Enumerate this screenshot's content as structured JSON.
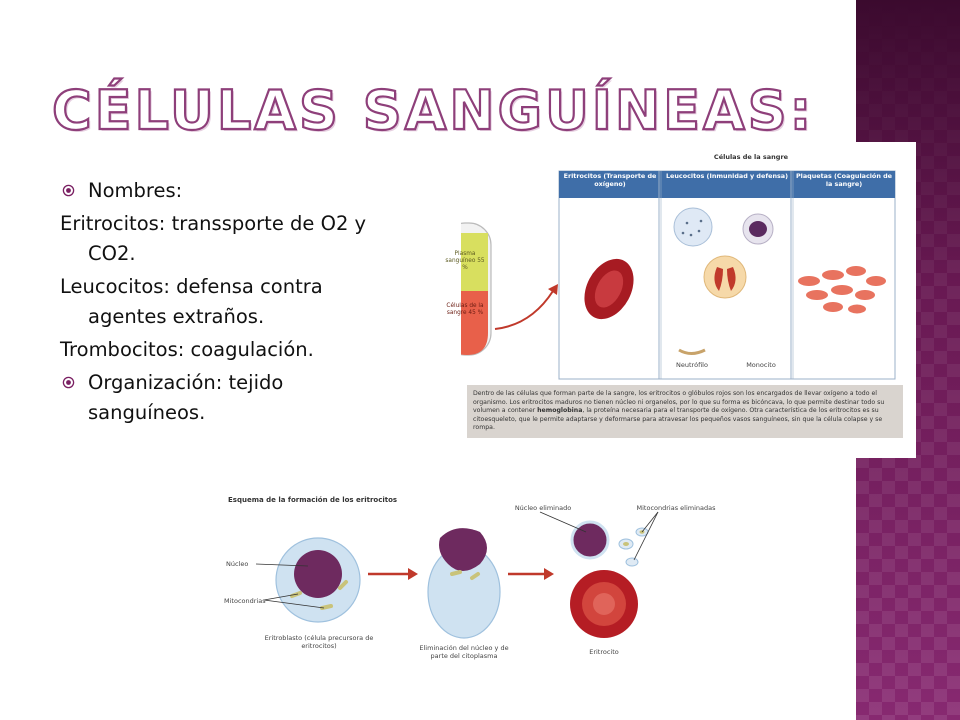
{
  "title": "CÉLULAS SANGUÍNEAS:",
  "content": {
    "bullet1": "Nombres:",
    "line1": "Eritrocitos: transsporte de O2 y CO2.",
    "line2": "Leucocitos: defensa contra agentes extraños.",
    "line3": "Trombocitos: coagulación.",
    "bullet2": "Organización: tejido sanguíneos."
  },
  "blood_figure": {
    "title": "Células de la sangre",
    "tube_plasma": "Plasma sanguíneo 55 %",
    "tube_cells": "Células de la sangre 45 %",
    "col1": "Eritrocitos (Transporte de oxígeno)",
    "col2": "Leucocitos (Inmunidad y defensa)",
    "col3": "Plaquetas (Coagulación de la sangre)",
    "neutrofilo": "Neutrófilo",
    "monocito": "Monocito",
    "caption_a": "Dentro de las células que forman parte de la sangre, los eritrocitos o glóbulos rojos son los encargados de llevar oxígeno a todo el organismo. Los eritrocitos maduros no tienen núcleo ni organelos, por lo que su forma es bicóncava, lo que permite destinar todo su volumen a contener ",
    "caption_bold": "hemoglobina",
    "caption_b": ", la proteína necesaria para el transporte de oxígeno. Otra característica de los eritrocitos es su citoesqueleto, que le permite adaptarse y deformarse para atravesar los pequeños vasos sanguíneos, sin que la célula colapse y se rompa."
  },
  "formation_figure": {
    "title": "Esquema de la formación de los eritrocitos",
    "nucleo": "Núcleo",
    "mitocondrias": "Mitocondrias",
    "eritroblasto": "Eritroblasto (célula precursora de eritrocitos)",
    "eliminacion": "Eliminación del núcleo y de parte del citoplasma",
    "nucleo_eliminado": "Núcleo eliminado",
    "mito_eliminadas": "Mitocondrias eliminadas",
    "eritrocito": "Eritrocito"
  },
  "colors": {
    "title_outline": "#8e3f7a",
    "side_band": "#7a1f62",
    "table_header": "#3f6ea8",
    "red_cell": "#b51d24",
    "caption_bg": "#d9d4cf"
  }
}
